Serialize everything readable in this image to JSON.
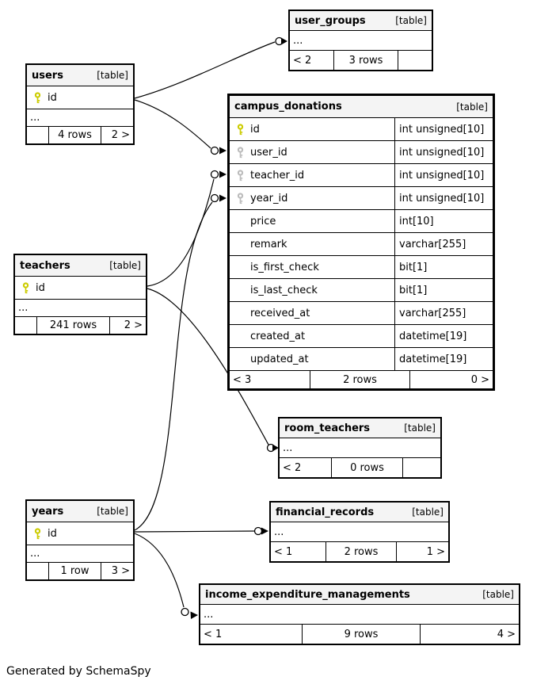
{
  "diagram": {
    "footer_note": "Generated by SchemaSpy"
  },
  "colors": {
    "primary_key": "#cccc00",
    "foreign_key": "#bcbcbc",
    "header_bg": "#f4f4f4"
  },
  "tables": {
    "user_groups": {
      "name": "user_groups",
      "tag": "[table]",
      "ellipsis": "...",
      "footer": {
        "left": "< 2",
        "center": "3 rows",
        "right": ""
      }
    },
    "users": {
      "name": "users",
      "tag": "[table]",
      "ellipsis": "...",
      "columns": [
        {
          "icon": "primary-key",
          "name": "id"
        }
      ],
      "footer": {
        "left": "",
        "center": "4 rows",
        "right": "2 >"
      }
    },
    "campus_donations": {
      "name": "campus_donations",
      "tag": "[table]",
      "columns": [
        {
          "icon": "primary-key",
          "name": "id",
          "type": "int unsigned[10]"
        },
        {
          "icon": "foreign-key",
          "name": "user_id",
          "type": "int unsigned[10]"
        },
        {
          "icon": "foreign-key",
          "name": "teacher_id",
          "type": "int unsigned[10]"
        },
        {
          "icon": "foreign-key",
          "name": "year_id",
          "type": "int unsigned[10]"
        },
        {
          "icon": "",
          "name": "price",
          "type": "int[10]"
        },
        {
          "icon": "",
          "name": "remark",
          "type": "varchar[255]"
        },
        {
          "icon": "",
          "name": "is_first_check",
          "type": "bit[1]"
        },
        {
          "icon": "",
          "name": "is_last_check",
          "type": "bit[1]"
        },
        {
          "icon": "",
          "name": "received_at",
          "type": "varchar[255]"
        },
        {
          "icon": "",
          "name": "created_at",
          "type": "datetime[19]"
        },
        {
          "icon": "",
          "name": "updated_at",
          "type": "datetime[19]"
        }
      ],
      "footer": {
        "left": "< 3",
        "center": "2 rows",
        "right": "0 >"
      }
    },
    "teachers": {
      "name": "teachers",
      "tag": "[table]",
      "ellipsis": "...",
      "columns": [
        {
          "icon": "primary-key",
          "name": "id"
        }
      ],
      "footer": {
        "left": "",
        "center": "241 rows",
        "right": "2 >"
      }
    },
    "room_teachers": {
      "name": "room_teachers",
      "tag": "[table]",
      "ellipsis": "...",
      "footer": {
        "left": "< 2",
        "center": "0 rows",
        "right": ""
      }
    },
    "years": {
      "name": "years",
      "tag": "[table]",
      "ellipsis": "...",
      "columns": [
        {
          "icon": "primary-key",
          "name": "id"
        }
      ],
      "footer": {
        "left": "",
        "center": "1 row",
        "right": "3 >"
      }
    },
    "financial_records": {
      "name": "financial_records",
      "tag": "[table]",
      "ellipsis": "...",
      "footer": {
        "left": "< 1",
        "center": "2 rows",
        "right": "1 >"
      }
    },
    "income_expenditure_managements": {
      "name": "income_expenditure_managements",
      "tag": "[table]",
      "ellipsis": "...",
      "footer": {
        "left": "< 1",
        "center": "9 rows",
        "right": "4 >"
      }
    }
  }
}
